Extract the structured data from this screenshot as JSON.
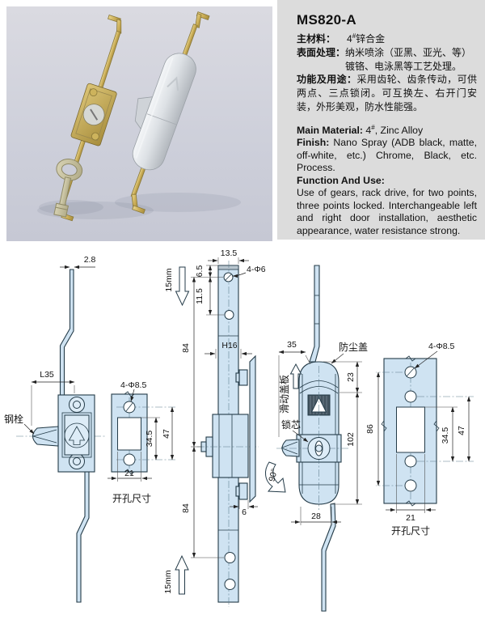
{
  "product": {
    "model": "MS820-A",
    "zh": {
      "material_label": "主材料：",
      "material_value": "4",
      "material_sup": "#",
      "material_rest": "锌合金",
      "finish_label": "表面处理：",
      "finish_line1": "纳米喷涂（亚黑、亚光、等）",
      "finish_line2": "镀铬、电泳黑等工艺处理。",
      "function_label": "功能及用途：",
      "function_text": "采用齿轮、齿条传动，可供两点、三点锁闭。可互换左、右开门安装，外形美观，防水性能强。"
    },
    "en": {
      "material_label": "Main Material:",
      "material_value": "4",
      "material_sup": "#",
      "material_rest": ", Zinc Alloy",
      "finish_label": "Finish:",
      "finish_text": "Nano Spray (ADB black, matte, off-white, etc.) Chrome, Black, etc. Process.",
      "function_label": "Function And Use:",
      "function_text": "Use of gears, rack drive, for two points, three points locked. Interchangeable left and right door installation, aesthetic appearance, water resistance strong."
    }
  },
  "drawing": {
    "labels": {
      "rod_width": "2.8",
      "l35": "L35",
      "steel_bolt": "钢栓",
      "holes_85": "4-Φ8.5",
      "d345": "34.5",
      "d47": "47",
      "d21": "21",
      "cutout_caption": "开孔尺寸",
      "d135": "13.5",
      "d65": "6.5",
      "d115": "11.5",
      "holes_6": "4-Φ6",
      "stroke15": "15mm",
      "d84": "84",
      "h16": "H16",
      "d6": "6",
      "d35": "35",
      "dust_cover": "防尘盖",
      "d23": "23",
      "sliding_cover": "滑动盖板",
      "lock_core": "锁芯",
      "d102": "102",
      "d28": "28",
      "rotation": "90°",
      "d86": "86"
    }
  },
  "colors": {
    "part_fill": "#cfe3f2",
    "part_fill_light": "#ddecf7",
    "outline": "#243b48",
    "dim_line": "#222222",
    "panel_gray": "#dcdcdc",
    "photo_bg": "#c9cbd7",
    "brass": "#c9a94e",
    "chrome": "#d7dadd"
  }
}
